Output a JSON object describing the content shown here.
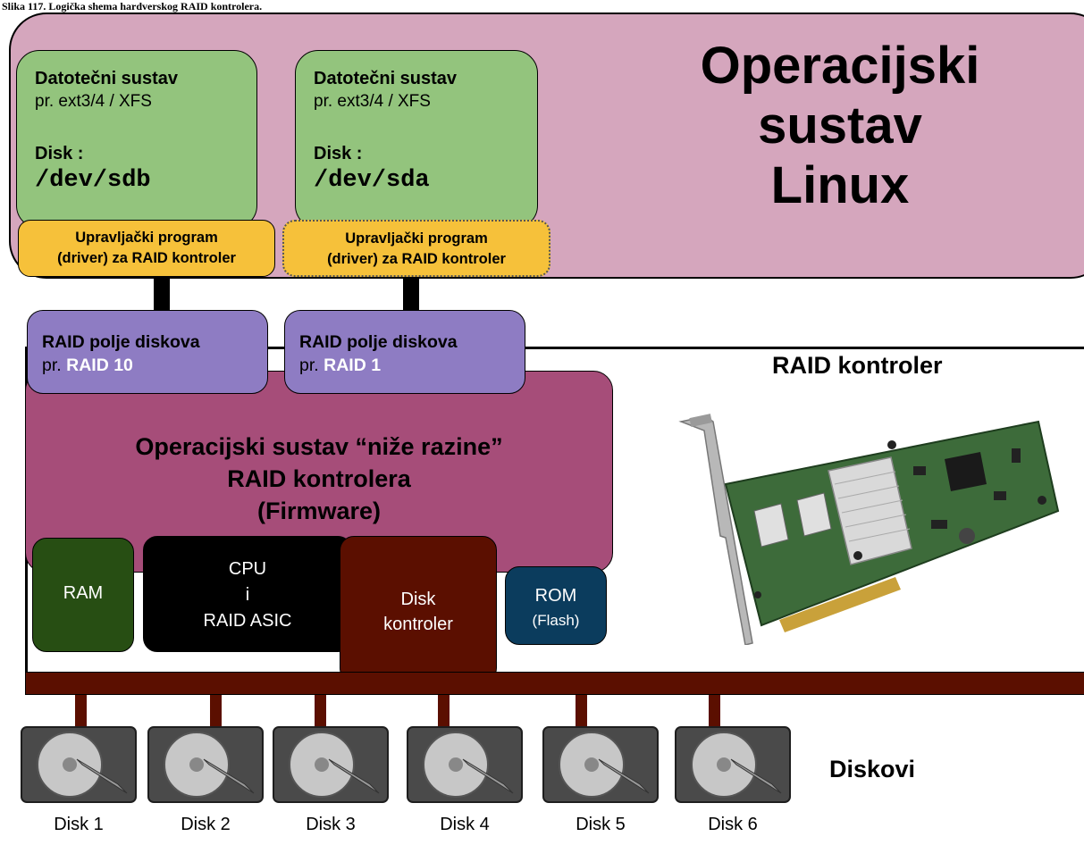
{
  "caption": "Slika 117. Logička shema hardverskog RAID kontrolera.",
  "os": {
    "title_lines": [
      "Operacijski",
      "sustav",
      "Linux"
    ]
  },
  "filesystems": [
    {
      "title": "Datotečni sustav",
      "example": "pr. ext3/4 / XFS",
      "disk_label": "Disk :",
      "device": "/dev/sdb"
    },
    {
      "title": "Datotečni sustav",
      "example": "pr. ext3/4 / XFS",
      "disk_label": "Disk :",
      "device": "/dev/sda"
    }
  ],
  "drivers": [
    {
      "line1": "Upravljački program",
      "line2": "(driver) za RAID kontroler"
    },
    {
      "line1": "Upravljački program",
      "line2": "(driver) za RAID kontroler"
    }
  ],
  "raid_arrays": [
    {
      "title": "RAID polje diskova",
      "prefix": "pr.",
      "level": "RAID 10"
    },
    {
      "title": "RAID polje diskova",
      "prefix": "pr.",
      "level": "RAID 1"
    }
  ],
  "controller": {
    "label": "RAID kontroler",
    "firmware_lines": [
      "Operacijski sustav “niže razine”",
      "RAID kontrolera",
      "(Firmware)"
    ],
    "ram": "RAM",
    "cpu_lines": [
      "CPU",
      "i",
      "RAID ASIC"
    ],
    "disk_ctrl_lines": [
      "Disk",
      "kontroler"
    ],
    "rom_lines": [
      "ROM",
      "(Flash)"
    ]
  },
  "disks_label": "Diskovi",
  "disks": [
    "Disk 1",
    "Disk 2",
    "Disk 3",
    "Disk 4",
    "Disk 5",
    "Disk 6"
  ],
  "colors": {
    "os": "#d5a6bd",
    "filesystem": "#93c47d",
    "driver": "#f6c13a",
    "raid_array": "#8e7cc3",
    "firmware": "#a64d79",
    "ram": "#274e13",
    "cpu": "#000000",
    "disk_controller": "#5b0f00",
    "rom": "#0b3c5d",
    "bus": "#5b0f00"
  },
  "icons": {
    "controller_card": "raid-card-icon",
    "hard_disk": "hard-disk-icon"
  }
}
